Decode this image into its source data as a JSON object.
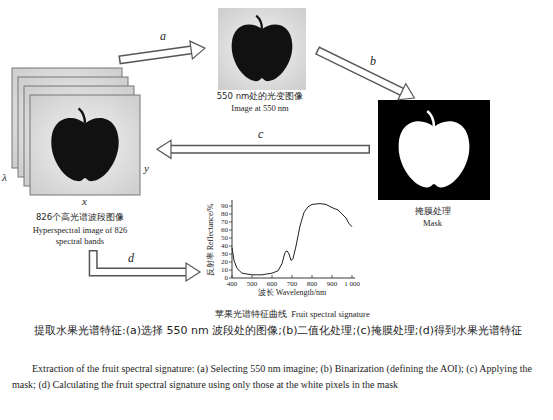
{
  "diagram": {
    "caption": "提取水果光谱特征:(a)选择 550 nm 波段处的图像;(b)二值化处理;(c)掩膜处理;(d)得到水果光谱特征",
    "nodes": [
      {
        "text": [
          "826个高光谱波段图像",
          "Hyperspectral image of 826 spectral bands"
        ]
      },
      {
        "text": [
          "550 nm处的光变图像",
          "Image at 550 nm"
        ]
      },
      {
        "text": [
          "掩膜处理",
          "Mask"
        ]
      },
      {
        "text": [
          "苹果光谱特征曲线",
          "Fruit spectral signature"
        ]
      }
    ],
    "edges": [
      {
        "from": 0,
        "to": 1,
        "label": "a",
        "arrow": "to"
      },
      {
        "from": 1,
        "to": 2,
        "label": "b",
        "arrow": "to"
      },
      {
        "from": 2,
        "to": 0,
        "label": "c",
        "arrow": "to"
      },
      {
        "from": 0,
        "to": 3,
        "label": "d",
        "arrow": "to"
      }
    ],
    "labels": [
      "λ",
      "y",
      "x",
      "90",
      "80",
      "70",
      "60",
      "50",
      "40",
      "30",
      "20",
      "10",
      "0",
      "400",
      "500",
      "600",
      "700",
      "800",
      "900",
      "1 000",
      "反射率 Reflectance/%",
      "波长 Wavelength/nm",
      "Extraction of the fruit spectral signature: (a) Selecting 550 nm imagine; (b) Binarization (defining the AOI); (c) Applying the mask; (d) Calculating the fruit spectral signature using only those at the white pixels in the mask"
    ]
  }
}
